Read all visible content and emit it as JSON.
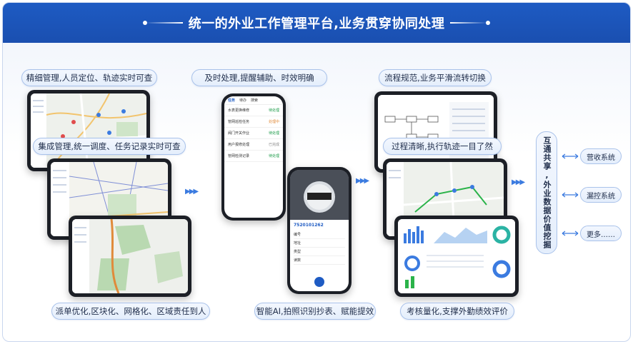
{
  "header": {
    "title": "统一的外业工作管理平台,业务贯穿协同处理"
  },
  "pills": {
    "top_left": "精细管理,人员定位、轨迹实时可查",
    "mid_left": "集成管理,统一调度、任务记录实时可查",
    "bottom_left": "派单优化,区块化、网格化、区域责任到人",
    "top_mid": "及时处理,提醒辅助、时效明确",
    "bottom_mid": "智能AI,拍照识别抄表、赋能提效",
    "top_right": "流程规范,业务平滑流转切换",
    "mid_right": "过程清晰,执行轨迹一目了然",
    "bottom_right": "考核量化,支撑外勤绩效评价"
  },
  "vertical_box": {
    "text": "互通共享,外业数据价值挖掘"
  },
  "systems": [
    {
      "label": "营收系统"
    },
    {
      "label": "漏控系统"
    },
    {
      "label": "更多……"
    }
  ],
  "phone_left": {
    "tabs": [
      "任务",
      "待办",
      "搜索"
    ],
    "items": [
      {
        "title": "水表更换维修",
        "status": "待处理"
      },
      {
        "title": "管网巡检任务",
        "status": "处理中"
      },
      {
        "title": "阀门开关作业",
        "status": "待处理"
      },
      {
        "title": "用户报修处理",
        "status": "已完成"
      },
      {
        "title": "管网检测记录",
        "status": "待处理"
      }
    ]
  },
  "phone_right": {
    "meter_id": "7520101262",
    "fields": [
      "编号",
      "地址",
      "类型",
      "读数"
    ]
  },
  "colors": {
    "header": "#1e5bc3",
    "accent": "#3b7be0",
    "pill_border": "#a9c2ea"
  },
  "icons": {
    "arrow": "triple-chevron-right-icon",
    "double_arrow": "double-arrow-icon"
  }
}
